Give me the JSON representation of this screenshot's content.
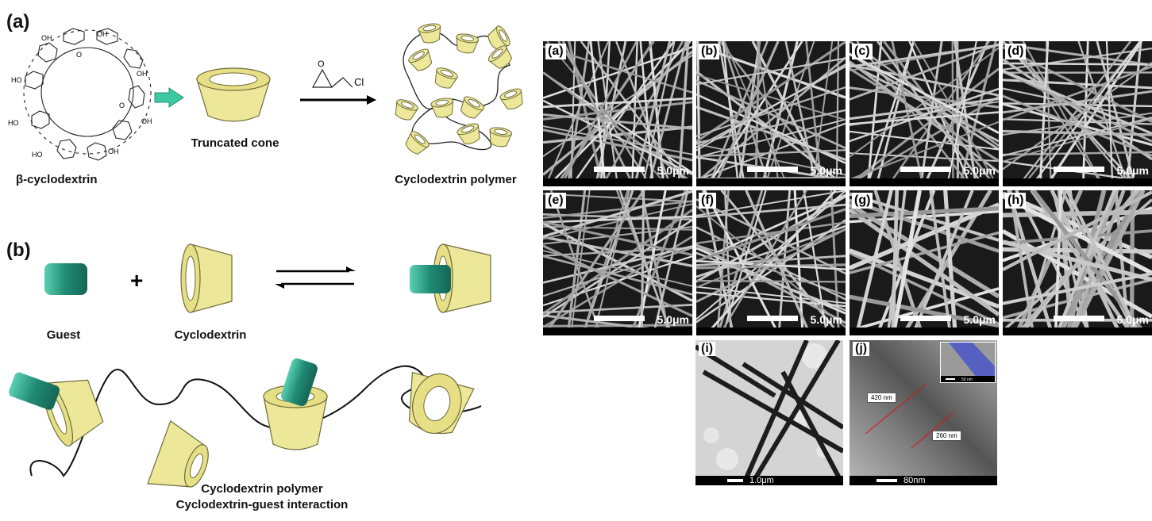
{
  "left": {
    "a_label": "(a)",
    "b_label": "(b)",
    "beta_cd": "β-cyclodextrin",
    "truncated_cone": "Truncated cone",
    "cd_polymer": "Cyclodextrin polymer",
    "reagent_cl": "Cl",
    "guest": "Guest",
    "cyclodextrin": "Cyclodextrin",
    "plus": "+",
    "caption_line1": "Cyclodextrin polymer",
    "caption_line2": "Cyclodextrin-guest interaction",
    "oh": "OH",
    "ho": "HO",
    "o": "O"
  },
  "sem_panels": [
    {
      "label": "(a)",
      "scale": "5.0μm"
    },
    {
      "label": "(b)",
      "scale": "5.0μm"
    },
    {
      "label": "(c)",
      "scale": "5.0μm"
    },
    {
      "label": "(d)",
      "scale": "5.0μm"
    },
    {
      "label": "(e)",
      "scale": "5.0μm"
    },
    {
      "label": "(f)",
      "scale": "5.0μm"
    },
    {
      "label": "(g)",
      "scale": "5.0μm"
    },
    {
      "label": "(h)",
      "scale": "5.0μm"
    }
  ],
  "tem": {
    "i_label": "(i)",
    "i_scale": "1.0μm",
    "j_label": "(j)",
    "j_scale": "80nm",
    "meas_1": "420 nm",
    "meas_2": "260 nm",
    "inset_scale": "50 nm"
  },
  "colors": {
    "cone_fill": "#ede79a",
    "cone_edge": "#6d6b3a",
    "guest": "#1f8a73",
    "arrow": "#3cc8a0",
    "inset_blue": "#4a56c8"
  }
}
